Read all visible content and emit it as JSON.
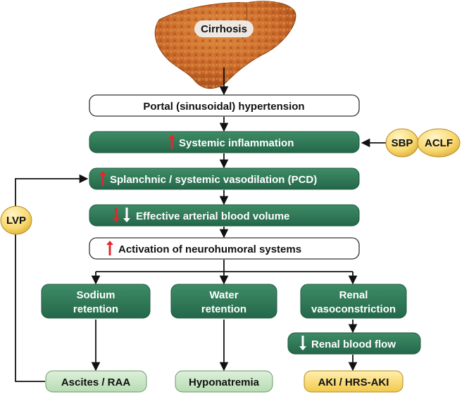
{
  "liver": {
    "label": "Cirrhosis"
  },
  "boxes": {
    "portal": "Portal (sinusoidal) hypertension",
    "inflammation": "Systemic inflammation",
    "vasodilation": "Splanchnic / systemic vasodilation (PCD)",
    "blood_volume": "Effective arterial blood volume",
    "neurohumoral": "Activation of neurohumoral systems",
    "sodium_line1": "Sodium",
    "sodium_line2": "retention",
    "water_line1": "Water",
    "water_line2": "retention",
    "renal_line1": "Renal",
    "renal_line2": "vasoconstriction",
    "renal_flow": "Renal blood flow",
    "ascites": "Ascites / RAA",
    "hyponatremia": "Hyponatremia",
    "aki": "AKI / HRS-AKI"
  },
  "badges": {
    "sbp": "SBP",
    "aclf": "ACLF",
    "lvp": "LVP"
  },
  "colors": {
    "green": "#2f7a55",
    "light_green": "#c6e5c3",
    "yellow": "#f8d870",
    "red_arrow": "#d9262c",
    "liver": "#c8662a"
  }
}
